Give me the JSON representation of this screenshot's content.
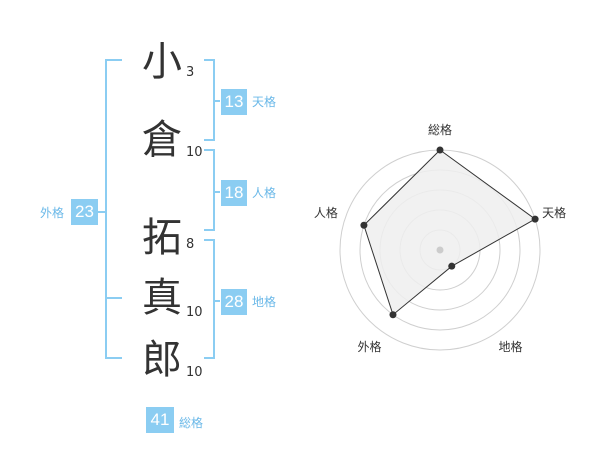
{
  "colors": {
    "bracket": "#8bcdf2",
    "badge_bg": "#8bcdf2",
    "badge_text": "#ffffff",
    "label_text": "#6ab8e8",
    "kanji": "#333333",
    "chart_fill": "#eeeeee",
    "grid": "#cfcfcf",
    "line": "#333333"
  },
  "name": {
    "characters": [
      {
        "char": "小",
        "strokes": "3"
      },
      {
        "char": "倉",
        "strokes": "10"
      },
      {
        "char": "拓",
        "strokes": "8"
      },
      {
        "char": "真",
        "strokes": "10"
      },
      {
        "char": "郎",
        "strokes": "10"
      }
    ]
  },
  "fortune": {
    "tenkaku": {
      "value": "13",
      "label": "天格"
    },
    "jinkaku": {
      "value": "18",
      "label": "人格"
    },
    "chikaku": {
      "value": "28",
      "label": "地格"
    },
    "gaikaku": {
      "value": "23",
      "label": "外格"
    },
    "soukaku": {
      "value": "41",
      "label": "総格"
    }
  },
  "chart_data": {
    "type": "radar",
    "axes": [
      "総格",
      "天格",
      "地格",
      "外格",
      "人格"
    ],
    "values": [
      5,
      5,
      1,
      4,
      4
    ],
    "max": 5,
    "rings": 5
  }
}
